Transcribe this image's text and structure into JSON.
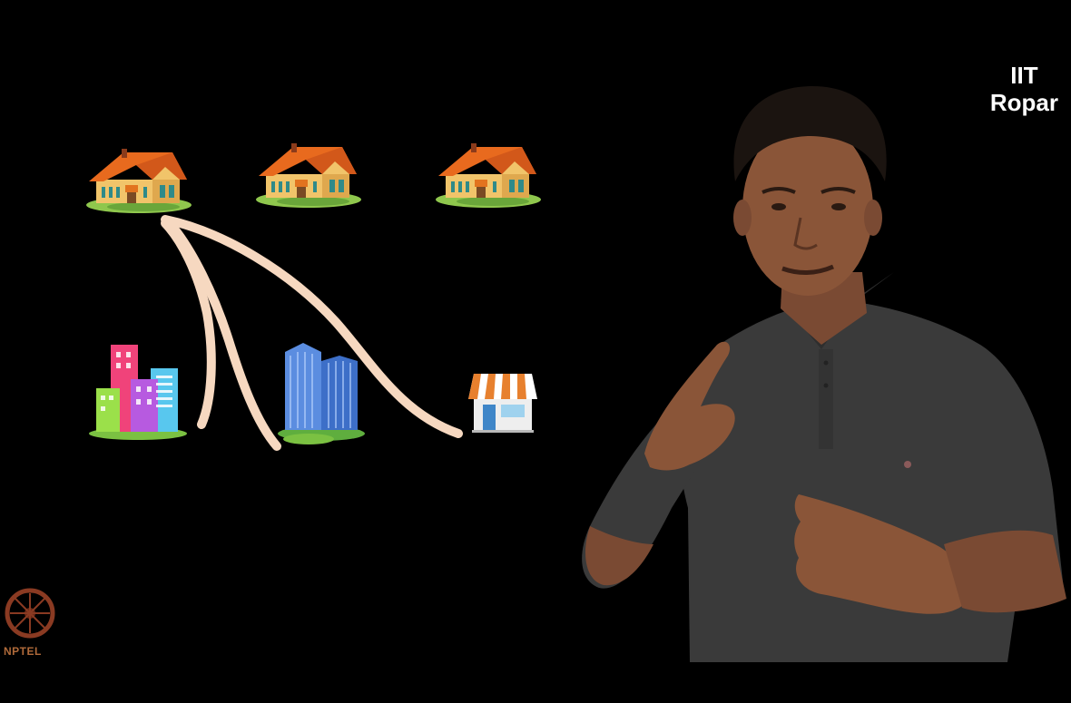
{
  "watermark": {
    "line1": "IIT",
    "line2": "Ropar"
  },
  "logo": {
    "text": "NPTEL"
  },
  "colors": {
    "background": "#000000",
    "path_stroke": "#f6d8c0",
    "roof": "#e86a1e",
    "wall": "#f1c46a",
    "grass": "#8fc74d"
  },
  "icons": [
    "house-icon",
    "house-icon",
    "house-icon",
    "colorful-buildings-icon",
    "office-tower-icon",
    "shop-icon"
  ]
}
